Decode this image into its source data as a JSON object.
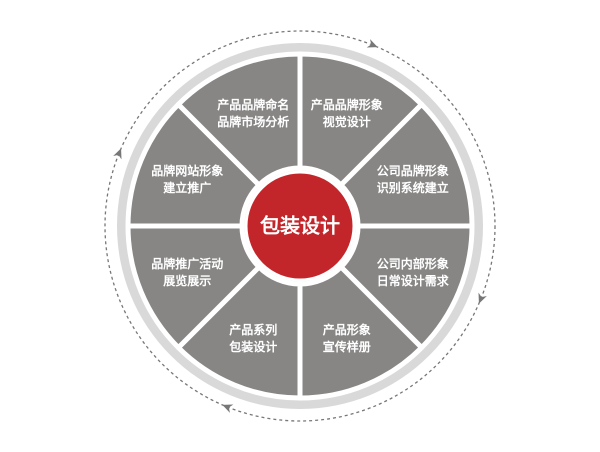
{
  "center": {
    "label": "包装设计"
  },
  "colors": {
    "segment": "#878685",
    "divider": "#ffffff",
    "ring": "#d9d9d9",
    "center": "#c3262a",
    "orbit": "#777777",
    "text": "#ffffff"
  },
  "segments": [
    {
      "id": "product-image",
      "lines": [
        "产品品牌形象",
        "视觉设计"
      ]
    },
    {
      "id": "company-vi",
      "lines": [
        "公司品牌形象",
        "识别系统建立"
      ]
    },
    {
      "id": "internal-image",
      "lines": [
        "公司内部形象",
        "日常设计需求"
      ]
    },
    {
      "id": "brochure",
      "lines": [
        "产品形象",
        "宣传样册"
      ]
    },
    {
      "id": "series-packaging",
      "lines": [
        "产品系列",
        "包装设计"
      ]
    },
    {
      "id": "promotion-display",
      "lines": [
        "品牌推广活动",
        "展览展示"
      ]
    },
    {
      "id": "website-promotion",
      "lines": [
        "品牌网站形象",
        "建立推广"
      ]
    },
    {
      "id": "naming-analysis",
      "lines": [
        "产品品牌命名",
        "品牌市场分析"
      ]
    }
  ]
}
